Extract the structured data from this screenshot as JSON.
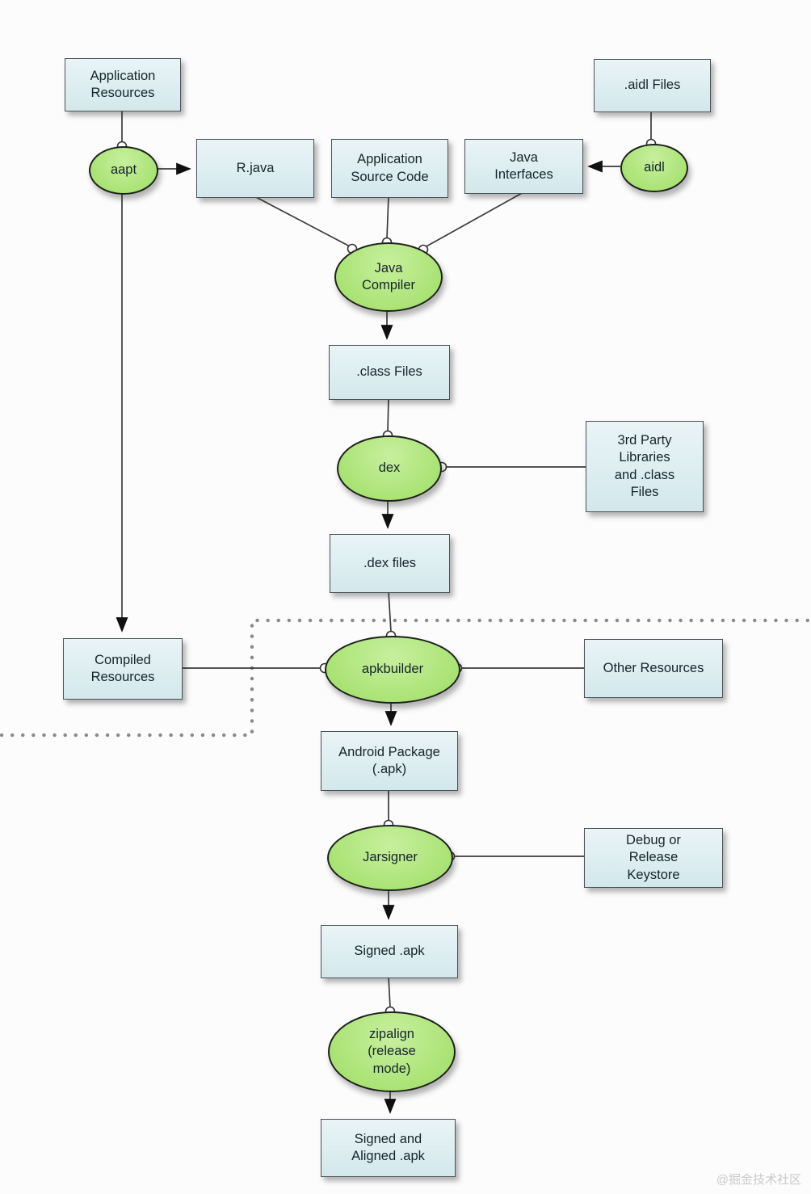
{
  "diagram": {
    "nodes": {
      "app_resources": {
        "label": "Application\nResources"
      },
      "rjava": {
        "label": "R.java"
      },
      "app_source": {
        "label": "Application\nSource Code"
      },
      "java_interfaces": {
        "label": "Java\nInterfaces"
      },
      "aidl_files": {
        "label": ".aidl Files"
      },
      "aapt": {
        "label": "aapt"
      },
      "aidl": {
        "label": "aidl"
      },
      "java_compiler": {
        "label": "Java\nCompiler"
      },
      "class_files": {
        "label": ".class Files"
      },
      "dex": {
        "label": "dex"
      },
      "third_party": {
        "label": "3rd Party\nLibraries\nand .class\nFiles"
      },
      "dex_files": {
        "label": ".dex files"
      },
      "compiled_resources": {
        "label": "Compiled\nResources"
      },
      "apkbuilder": {
        "label": "apkbuilder"
      },
      "other_resources": {
        "label": "Other Resources"
      },
      "android_package": {
        "label": "Android Package\n(.apk)"
      },
      "jarsigner": {
        "label": "Jarsigner"
      },
      "debug_keystore": {
        "label": "Debug or\nRelease\nKeystore"
      },
      "signed_apk": {
        "label": "Signed .apk"
      },
      "zipalign": {
        "label": "zipalign\n(release\nmode)"
      },
      "signed_aligned": {
        "label": "Signed and\nAligned .apk"
      }
    },
    "watermark": "@掘金技术社区",
    "colors": {
      "box_fill": "#d9ecef",
      "box_border": "#4a5257",
      "ellipse_fill": "#ace478",
      "ellipse_border": "#1d211d",
      "line": "#3b3b3b",
      "dotted_line": "#8a8a8a",
      "text": "#16242c",
      "background": "#fcfcfc"
    }
  }
}
